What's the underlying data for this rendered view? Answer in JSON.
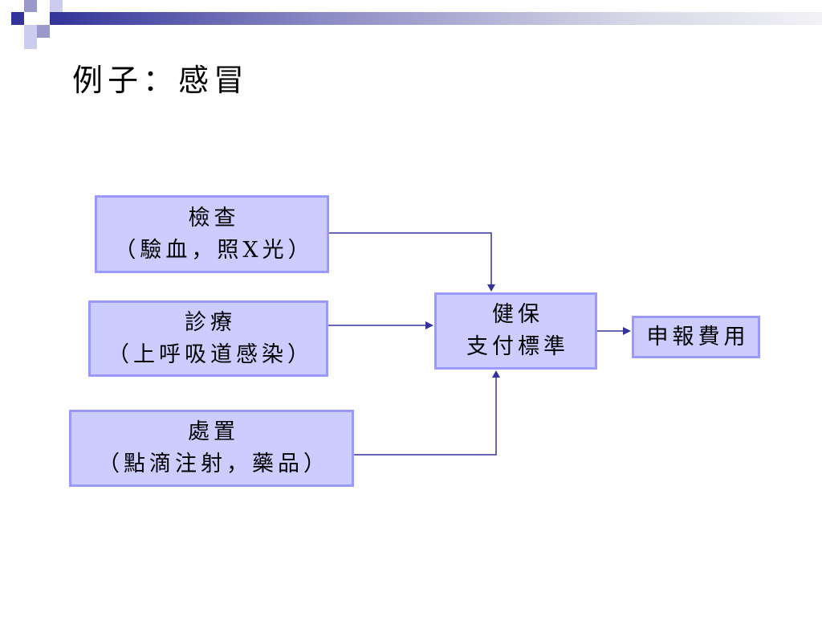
{
  "title": "例子：感冒",
  "colors": {
    "box_fill": "#ccccff",
    "box_border": "#9999ff",
    "arrow": "#333399",
    "header_bar": "#333399"
  },
  "diagram": {
    "nodes": [
      {
        "lines": [
          "檢查",
          "（驗血，照X光）"
        ]
      },
      {
        "lines": [
          "診療",
          "（上呼吸道感染）"
        ]
      },
      {
        "lines": [
          "處置",
          "（點滴注射，藥品）"
        ]
      },
      {
        "lines": [
          "健保",
          "支付標準"
        ]
      },
      {
        "lines": [
          "申報費用"
        ]
      }
    ]
  }
}
